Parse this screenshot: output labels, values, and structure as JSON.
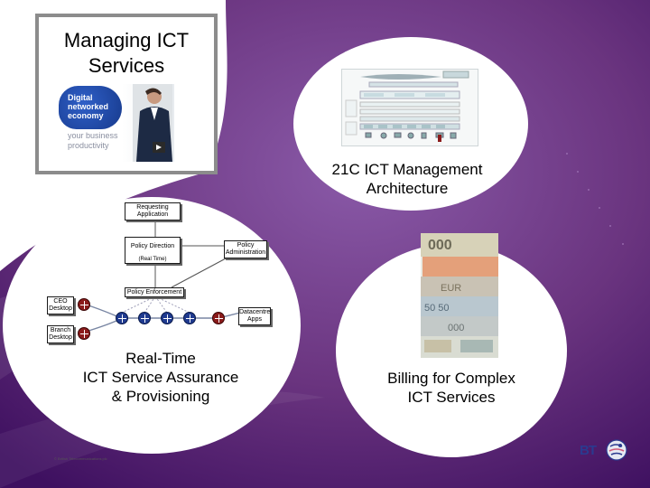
{
  "managing": {
    "title_line1": "Managing ICT",
    "title_line2": "Services",
    "promo_badge": [
      "Digital",
      "networked",
      "economy"
    ],
    "promo_tagline": [
      "your business",
      "productivity"
    ]
  },
  "architecture": {
    "caption_line1": "21C ICT Management",
    "caption_line2": "Architecture"
  },
  "policy_diagram": {
    "requesting_app": "Requesting Application",
    "policy_direction": "Policy Direction",
    "realtime": "(Real Time)",
    "policy_admin": "Policy Administration",
    "policy_enforcement": "Policy Enforcement",
    "ceo_desktop": "CEO Desktop",
    "branch_desktop": "Branch Desktop",
    "datacentre_apps": "Datacentre Apps"
  },
  "assurance": {
    "caption_line1": "Real-Time",
    "caption_line2": "ICT Service Assurance",
    "caption_line3": "& Provisioning"
  },
  "billing": {
    "caption_line1": "Billing for Complex",
    "caption_line2": "ICT Services"
  },
  "footer": {
    "copyright": "© British Telecommunications plc",
    "logo_text": "BT"
  },
  "colors": {
    "purple_dark": "#4a1a6e",
    "purple_light": "#8a5aa8",
    "bt_blue": "#2b3a8f"
  }
}
